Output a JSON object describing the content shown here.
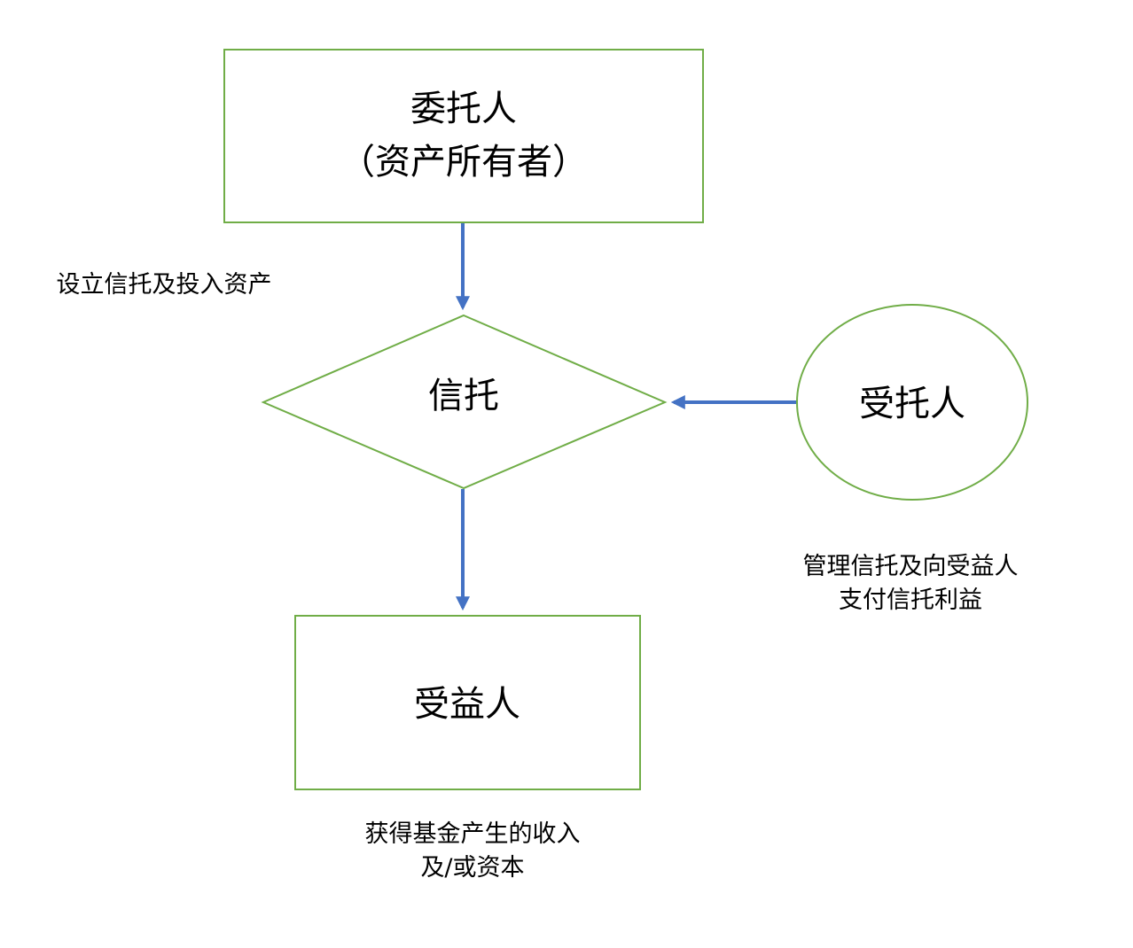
{
  "colors": {
    "shape_stroke": "#70AD47",
    "arrow": "#4472C4",
    "text": "#000000",
    "background": "#FFFFFF"
  },
  "nodes": {
    "settlor": {
      "shape": "rectangle",
      "line1": "委托人",
      "line2": "（资产所有者）"
    },
    "trust": {
      "shape": "diamond",
      "label": "信托"
    },
    "trustee": {
      "shape": "ellipse",
      "label": "受托人"
    },
    "beneficiary": {
      "shape": "rectangle",
      "label": "受益人"
    }
  },
  "edges": [
    {
      "from": "settlor",
      "to": "trust"
    },
    {
      "from": "trustee",
      "to": "trust"
    },
    {
      "from": "trust",
      "to": "beneficiary"
    }
  ],
  "notes": {
    "settlor_action": "设立信托及投入资产",
    "trustee_action_line1": "管理信托及向受益人",
    "trustee_action_line2": "支付信托利益",
    "beneficiary_gain_line1": "获得基金产生的收入",
    "beneficiary_gain_line2": "及/或资本"
  }
}
